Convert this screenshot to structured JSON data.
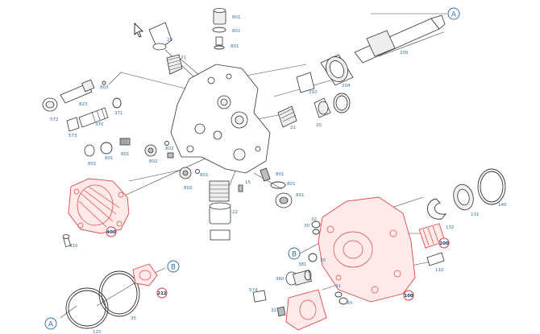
{
  "diagram": {
    "callouts": {
      "A_top": "A",
      "A_bottom": "A",
      "B_mid": "B",
      "B_bottom": "B"
    },
    "labels": {
      "l801a": "801",
      "l801b": "801",
      "l801c": "801",
      "l20a": "20",
      "l21a": "21",
      "l803": "803",
      "l823": "823",
      "l572": "572",
      "l573": "573",
      "l370": "370",
      "l371": "371",
      "l801d": "801",
      "l801e": "801",
      "l802a": "802",
      "l802b": "802",
      "l802c": "802",
      "l802d": "802",
      "l200": "200",
      "l204": "204",
      "l210": "210",
      "l21b": "21",
      "l20b": "20",
      "l801f": "801",
      "l801g": "801",
      "l801h": "801",
      "l15": "15",
      "l22": "22",
      "l410": "410",
      "l120": "120",
      "l35": "35",
      "l30a": "30",
      "l32": "32",
      "l381": "381",
      "l30b": "30",
      "l380": "380",
      "l574": "574",
      "l321": "321",
      "l31": "31",
      "l30c": "30",
      "l132": "132",
      "l131": "131",
      "l140": "140",
      "l110": "110"
    },
    "refs": {
      "r400": "400",
      "r212": "212",
      "r200": "200",
      "r100": "100"
    },
    "colors": {
      "accent": "#3a6ea5",
      "highlight": "#e04848"
    }
  }
}
